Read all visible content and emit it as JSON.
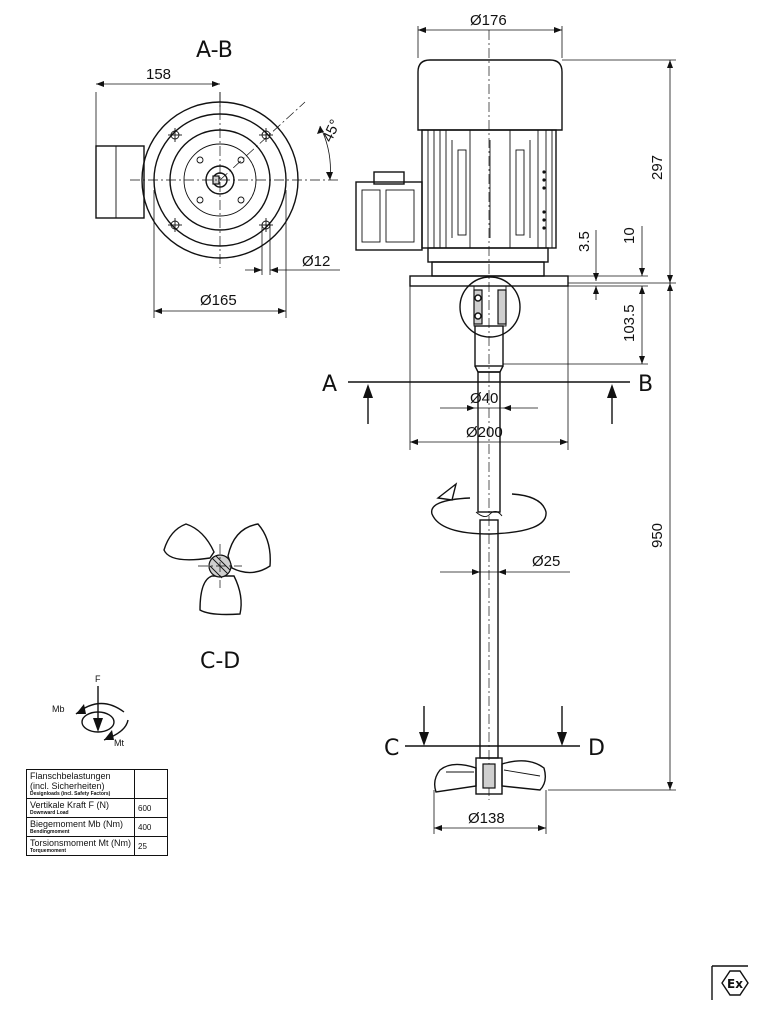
{
  "view_ab": {
    "title": "A-B",
    "dim_158": "158",
    "dim_165": "Ø165",
    "dim_12": "Ø12",
    "angle": "45°"
  },
  "motor": {
    "dim_176": "Ø176",
    "dim_297": "297",
    "dim_10": "10",
    "dim_35": "3.5",
    "dim_1035": "103.5",
    "dim_950": "950"
  },
  "section_ab": {
    "left": "A",
    "right": "B",
    "dim_40": "Ø40",
    "dim_200": "Ø200",
    "dim_25": "Ø25"
  },
  "section_cd": {
    "left": "C",
    "right": "D",
    "title": "C-D",
    "dim_138": "Ø138"
  },
  "moments": {
    "f": "F",
    "mb": "Mb",
    "mt": "Mt"
  },
  "loads_table": {
    "header": "Flanschbelastungen",
    "header2": "(incl. Sicherheiten)",
    "header_sub": "Designloads (incl. Safety Factors)",
    "rows": [
      {
        "label": "Vertikale Kraft F (N)",
        "sub": "Downward Load",
        "value": "600"
      },
      {
        "label": "Biegemoment Mb (Nm)",
        "sub": "Bendingmoment",
        "value": "400"
      },
      {
        "label": "Torsionsmoment Mt (Nm)",
        "sub": "Torquemoment",
        "value": "25"
      }
    ]
  },
  "ex_mark": "Ex"
}
